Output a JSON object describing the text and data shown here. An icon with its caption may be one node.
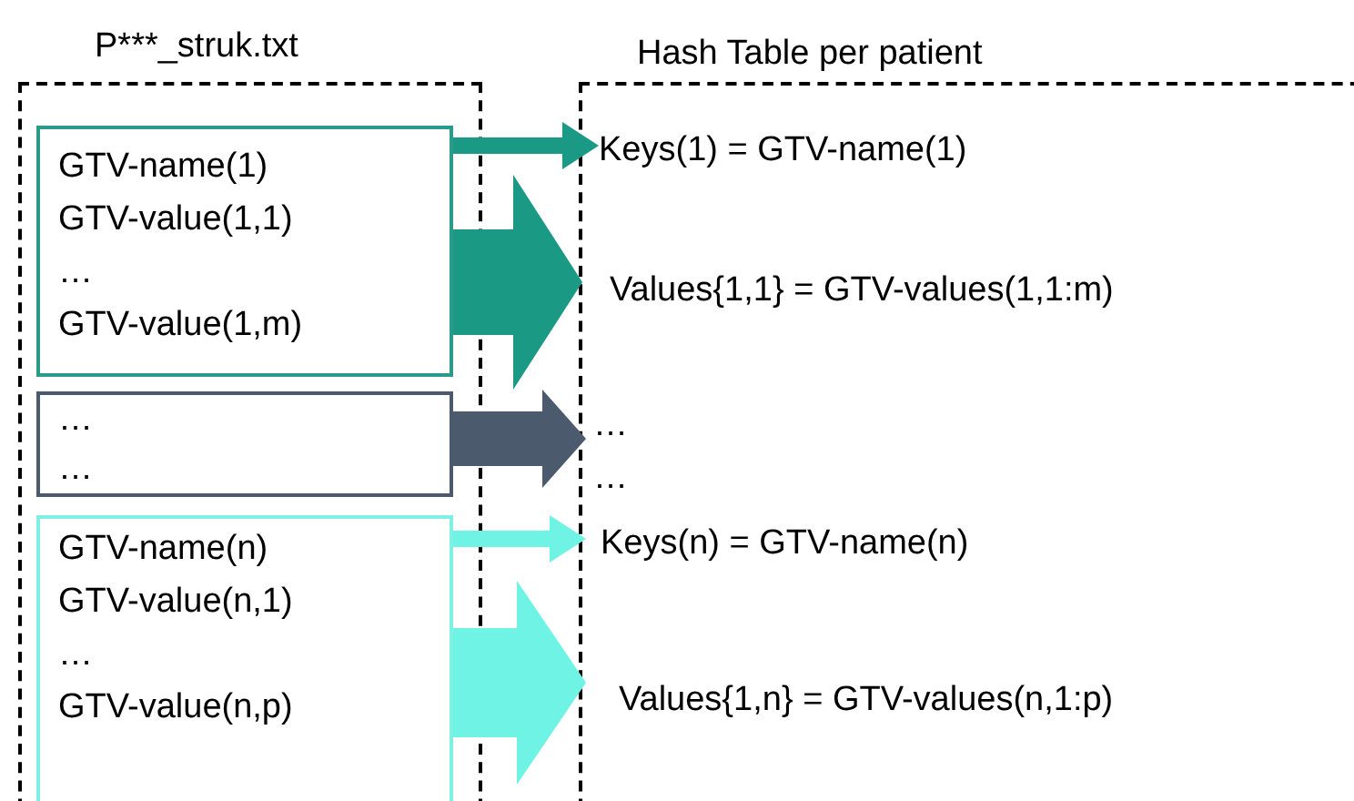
{
  "diagram": {
    "nodes": [
      {
        "text": [
          "P***_struk.txt"
        ]
      },
      {
        "text": [
          "GTV-name(1)",
          "GTV-value(1,1)",
          "…",
          "GTV-value(1,m)"
        ],
        "in": 0
      },
      {
        "text": [
          "…",
          "…"
        ],
        "in": 0
      },
      {
        "text": [
          "GTV-name(n)",
          "GTV-value(n,1)",
          "…",
          "GTV-value(n,p)"
        ],
        "in": 0
      },
      {
        "text": [
          "Hash Table per patient"
        ]
      },
      {
        "text": [
          "Keys(1) = GTV-name(1)"
        ],
        "in": 4
      },
      {
        "text": [
          "Values{1,1} = GTV-values(1,1:m)"
        ],
        "in": 4
      },
      {
        "text": [
          "…",
          "…"
        ],
        "in": 4
      },
      {
        "text": [
          "Keys(n) = GTV-name(n)"
        ],
        "in": 4
      },
      {
        "text": [
          "Values{1,n} = GTV-values(n,1:p)"
        ],
        "in": 4
      }
    ],
    "edges": [
      {
        "from": 1,
        "to": 5,
        "arrow": "to",
        "color": "#1a9a85"
      },
      {
        "from": 1,
        "to": 6,
        "arrow": "to",
        "style": "thick",
        "color": "#1a9a85"
      },
      {
        "from": 2,
        "to": 7,
        "arrow": "to",
        "style": "thick",
        "color": "#4c5a6e"
      },
      {
        "from": 3,
        "to": 8,
        "arrow": "to",
        "color": "#6ff3e4"
      },
      {
        "from": 3,
        "to": 9,
        "arrow": "to",
        "style": "thick",
        "color": "#6ff3e4"
      }
    ]
  }
}
